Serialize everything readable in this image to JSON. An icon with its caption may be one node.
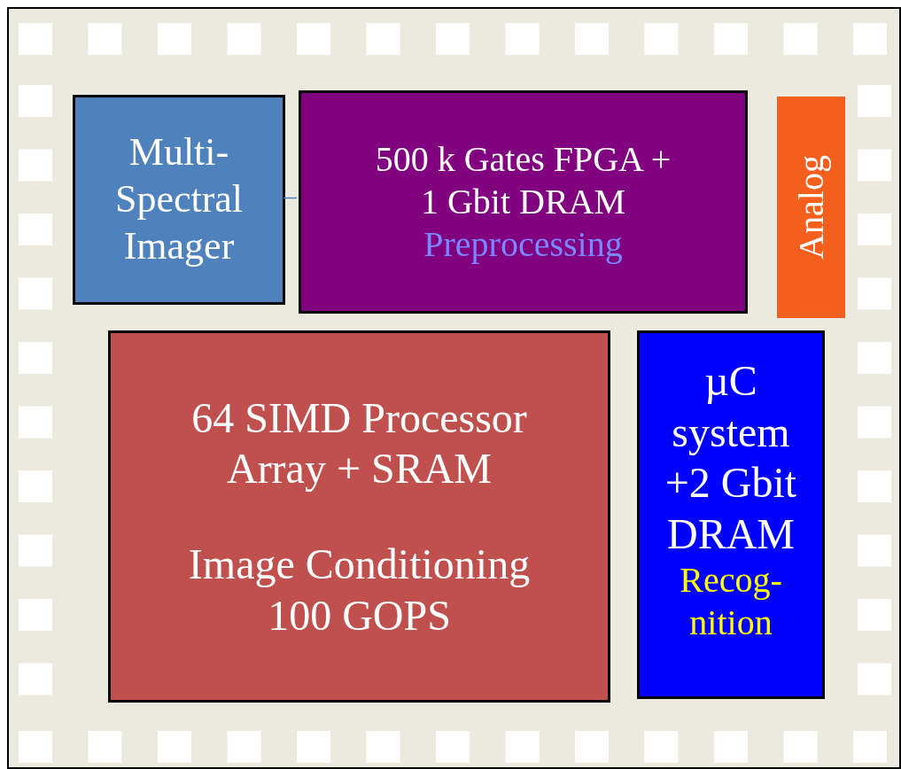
{
  "diagram": {
    "nodes": [
      {
        "text": [],
        "shape": "box"
      },
      {
        "text": [
          "Multi- Spectral Imager"
        ],
        "in": 0
      },
      {
        "text": [
          "500 k Gates FPGA + 1 Gbit DRAM",
          "Preprocessing"
        ],
        "in": 0
      },
      {
        "text": [
          "Analog"
        ],
        "in": 0
      },
      {
        "text": [
          "64 SIMD Processor Array + SRAM",
          "Image Conditioning 100 GOPS"
        ],
        "in": 0
      },
      {
        "text": [
          "µC system +2 Gbit DRAM",
          "Recog- nition"
        ],
        "in": 0
      }
    ],
    "edges": [
      {
        "from": 1,
        "to": 2,
        "arrow": "none"
      }
    ]
  }
}
